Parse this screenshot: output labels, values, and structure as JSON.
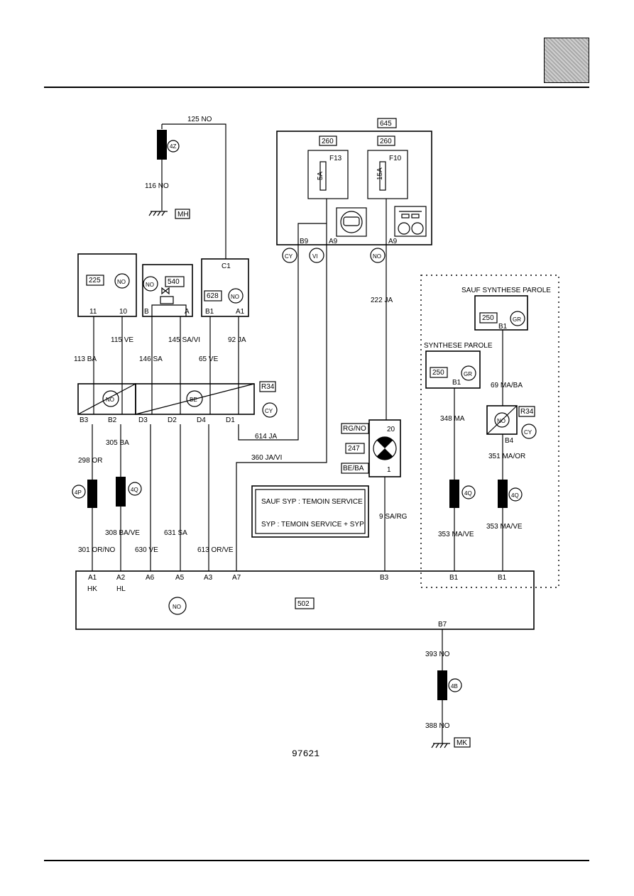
{
  "diagram_ref": "97621",
  "header": {},
  "top_ground": {
    "wire_top": "125 NO",
    "wire_bottom": "116 NO",
    "connector": "4Z",
    "ground": "MH"
  },
  "box645": {
    "id": "645",
    "fuse_left": {
      "box": "260",
      "label": "F13",
      "rating": "5A"
    },
    "fuse_right": {
      "box": "260",
      "label": "F10",
      "rating": "15A"
    },
    "pins": [
      "B9",
      "A9",
      "A9"
    ],
    "colors": [
      "CY",
      "VI",
      "NO"
    ]
  },
  "comp225": {
    "id": "225",
    "color": "NO",
    "pins": [
      "11",
      "10"
    ]
  },
  "comp540": {
    "id": "540",
    "color": "NO",
    "pins": [
      "B",
      "A"
    ]
  },
  "comp628": {
    "id": "628",
    "color": "NO",
    "pin_top": "C1",
    "pins": [
      "B1",
      "A1"
    ]
  },
  "wires_upper": [
    {
      "label": "113 BA"
    },
    {
      "label": "115 VE"
    },
    {
      "label": "146 SA"
    },
    {
      "label": "145 SA/VI"
    },
    {
      "label": "65 VE"
    },
    {
      "label": "92 JA"
    }
  ],
  "harness": {
    "left_color": "NO",
    "right_color": "BE",
    "tag": "R34",
    "tag_color": "CY",
    "pins": [
      "B3",
      "B2",
      "D3",
      "D2",
      "D4",
      "D1"
    ]
  },
  "wires_mid": {
    "w614": "614 JA",
    "w360": "360 JA/VI",
    "w222": "222 JA",
    "w305": "305 BA",
    "w298": "298 OR",
    "w308": "308 BA/VE",
    "w631": "631 SA",
    "w301": "301 OR/NO",
    "w630": "630 VE",
    "w613": "613 OR/VE",
    "w9": "9 SA/RG"
  },
  "connectors_mid": {
    "left": "4P",
    "right": "4Q"
  },
  "lamp247": {
    "id": "247",
    "top_color": "RG/NO",
    "bottom_color": "BE/BA",
    "pin_top": "20",
    "pin_bottom": "1"
  },
  "legend": {
    "line1": "SAUF SYP : TEMOIN SERVICE",
    "line2": "SYP : TEMOIN SERVICE + SYP"
  },
  "dashed_group": {
    "title_sauf": "SAUF SYNTHESE PAROLE",
    "title_synth": "SYNTHESE PAROLE",
    "comp_sauf": {
      "id": "250",
      "color": "GR",
      "pin": "B1"
    },
    "comp_synth": {
      "id": "250",
      "color": "GR",
      "pin": "B1"
    },
    "wire_69": "69 MA/BA",
    "wire_348": "348 MA",
    "relay": {
      "color": "NO",
      "tag": "R34",
      "tag_color": "CY",
      "pin": "B4"
    },
    "wire_351": "351 MA/OR",
    "connector_a": "4Q",
    "connector_b": "4Q",
    "wire_353a": "353 MA/VE",
    "wire_353b": "353 MA/VE"
  },
  "box502": {
    "id": "502",
    "color": "NO",
    "pins": [
      "A1",
      "A2",
      "A6",
      "A5",
      "A3",
      "A7",
      "B3",
      "B1",
      "B1"
    ],
    "sub": [
      "HK",
      "HL"
    ],
    "pin_bottom": "B7"
  },
  "bottom_ground": {
    "wire_top": "393 NO",
    "connector": "4B",
    "wire_bottom": "388 NO",
    "ground": "MK"
  }
}
